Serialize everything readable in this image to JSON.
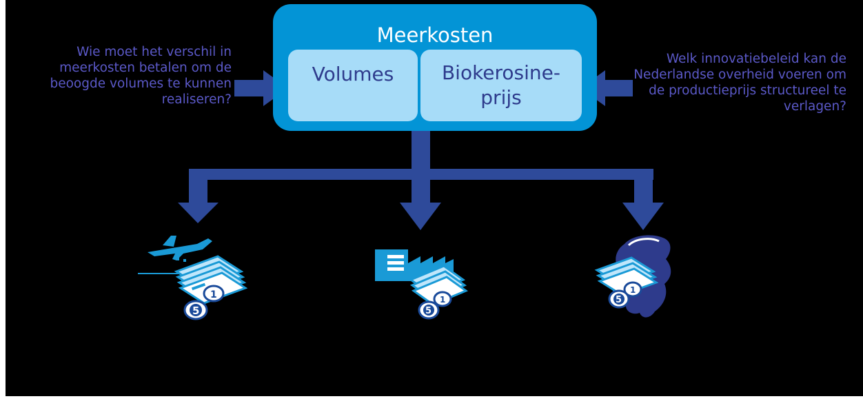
{
  "diagram": {
    "title": "Meerkosten",
    "boxes": [
      {
        "label": "Volumes"
      },
      {
        "label": "Biokerosine-\nprijs"
      }
    ],
    "question_left": "Wie moet het verschil in meerkosten betalen om de beoogde volumes te kunnen realiseren?",
    "question_right": "Welk innovatiebeleid kan de Nederlandse overheid voeren om de productieprijs structureel te verlagen?"
  },
  "icons": [
    {
      "name": "airplane-money-icon",
      "coins": [
        "1",
        "5"
      ]
    },
    {
      "name": "factory-money-icon",
      "coins": [
        "1",
        "5"
      ]
    },
    {
      "name": "netherlands-money-icon",
      "coins": [
        "1",
        "5"
      ]
    }
  ],
  "colors": {
    "background": "#000000",
    "box": "#0394d6",
    "inner_box": "#a7dcf8",
    "inner_text": "#2e3b8c",
    "arrow": "#2e4a9a",
    "question_text": "#5b59c8",
    "icon_blue": "#1a9ad6"
  }
}
